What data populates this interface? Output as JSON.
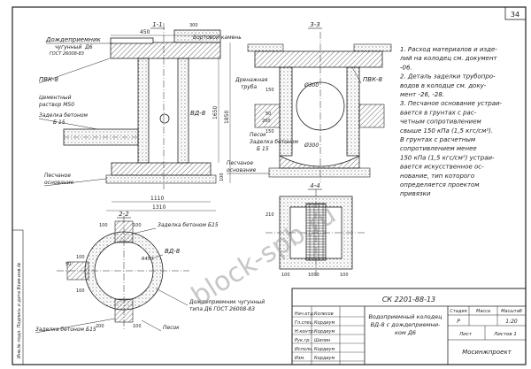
{
  "sheet": {
    "number": "34"
  },
  "sections": {
    "s11": "1-1",
    "s33": "3-3",
    "s22": "2-2",
    "s44": "4-4"
  },
  "labels": {
    "rain_grate": "Дождеприемник",
    "rain_grate_2": "чугунный",
    "rain_grate_3": "ГОСТ 26008-83",
    "rain_grate_4": "Д6",
    "curb": "Бортовой камень",
    "pvk8_left": "ПВК-8",
    "cement_mortar": "Цементный",
    "cement_mortar_2": "раствор М50",
    "concrete_seal": "Заделка бетоном",
    "concrete_seal_2": "Б 15",
    "vd8": "ВД-8",
    "sand_base": "Песчаное",
    "sand_base_2": "основание",
    "drain_pipe": "Дренажная",
    "drain_pipe_2": "труба",
    "pvk8_right": "ПВК-8",
    "sand": "Песок",
    "concrete_seal_b": "Заделка бетоном",
    "concrete_seal_b_2": "Б 15",
    "sand_base_mid": "Песчаное",
    "sand_base_mid_2": "основание",
    "seal_s22": "Заделка бетоном Б15",
    "dd8": "ВД-8",
    "seal_bottom": "Заделка бетоном Б15",
    "rain_grate_bottom": "Дождеприемник чугунный",
    "rain_grate_bottom_2": "типа  Д6 ГОСТ 26008-83",
    "sand_bottom": "Песок"
  },
  "dims": {
    "d450": "450",
    "d300": "300",
    "d1110": "1110",
    "d1310": "1310",
    "d1850": "1850",
    "d1650": "1650",
    "d100": "100",
    "d930": "Ø300",
    "d930b": "Ø300",
    "d150a": "150",
    "d150b": "150",
    "d50": "50",
    "d200": "200",
    "d100b": "100",
    "d100c": "100",
    "d100d": "100",
    "d100e": "100",
    "d50b": "50",
    "d200b": "200",
    "d100f": "100",
    "r450": "R450",
    "r210": "210",
    "d1000": "1000",
    "d100g": "100",
    "d100h": "100"
  },
  "notes": [
    "1. Расход материалов и изде-",
    "лий на колодец см. документ",
    "-06.",
    "2. Деталь заделки трубопро-",
    "водов в колодце см. доку-",
    "мент -26, -28.",
    "3. Песчаное основание устраи-",
    "вается в грунтах с рас-",
    "четным сопротивлением",
    "свыше 150 кПа (1,5 кгс/см²).",
    "В грунтах с расчетным",
    "сопротивлением менее",
    "150 кПа (1,5 кгс/см²) устраи-",
    "вается искусственное ос-",
    "нование, тип которого",
    "определяется проектом",
    "привязки"
  ],
  "title_block": {
    "code": "СК 2201-88-13",
    "title": "Водоприемный колодец",
    "title_2": "ВД-8 с дождеприемни-",
    "title_3": "ком Д6",
    "stage_h": "Стадия",
    "mass_h": "Масса",
    "scale_h": "Масштаб",
    "stage": "Р",
    "scale": "1:20",
    "sheet_h": "Лист",
    "sheets_h": "Листов 1",
    "org": "Мосинжпроект",
    "rows": [
      [
        "Нач.отд.",
        "Колесов"
      ],
      [
        "Гл.спец.",
        "Кордиум"
      ],
      [
        "Н.контр.",
        "Кордиум"
      ],
      [
        "Рук.гр.",
        "Шилин"
      ],
      [
        "Исполн.",
        "Кордиум"
      ],
      [
        "Изм.",
        "Кордиум"
      ]
    ]
  },
  "side_stamp": "Инв.№ подл.  Подпись и дата  Взам.инв.№",
  "watermark": "block-spb.ru"
}
